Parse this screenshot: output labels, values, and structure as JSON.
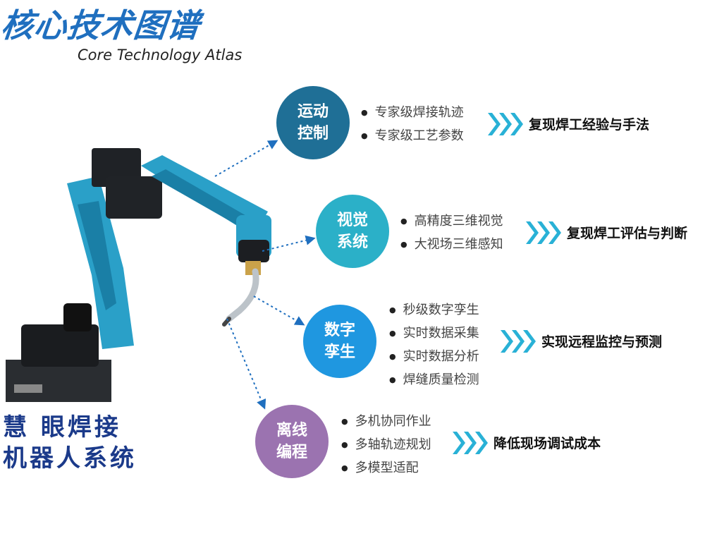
{
  "header": {
    "title": "核心技术图谱",
    "subtitle": "Core Technology Atlas"
  },
  "product": {
    "line1": "慧 眼焊接",
    "line2": "机器人系统"
  },
  "colors": {
    "accent": "#1f6fbf",
    "arrow": "#29b1d6"
  },
  "modules": [
    {
      "line1": "运动",
      "line2": "控制",
      "color": "#1f6f96",
      "points": [
        "专家级焊接轨迹",
        "专家级工艺参数"
      ],
      "result": "复现焊工经验与手法"
    },
    {
      "line1": "视觉",
      "line2": "系统",
      "color": "#2bb0c8",
      "points": [
        "高精度三维视觉",
        "大视场三维感知"
      ],
      "result": "复现焊工评估与判断"
    },
    {
      "line1": "数字",
      "line2": "孪生",
      "color": "#1f97e0",
      "points": [
        "秒级数字孪生",
        "实时数据采集",
        "实时数据分析",
        "焊缝质量检测"
      ],
      "result": "实现远程监控与预测"
    },
    {
      "line1": "离线",
      "line2": "编程",
      "color": "#9b73b0",
      "points": [
        "多机协同作业",
        "多轴轨迹规划",
        "多模型适配"
      ],
      "result": "降低现场调试成本"
    }
  ]
}
